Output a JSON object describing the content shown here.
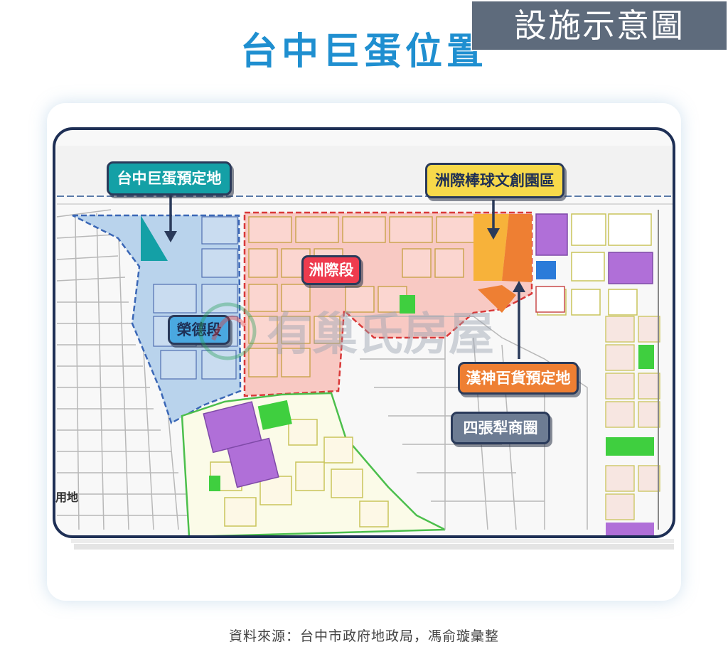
{
  "header": {
    "title": "台中巨蛋位置",
    "badge": "設施示意圖"
  },
  "map": {
    "callouts": {
      "dome_site": "台中巨蛋預定地",
      "baseball_park": "洲際棒球文創園區",
      "zhouji_section": "洲際段",
      "rongde_section": "榮德段",
      "hanshin_site": "漢神百貨預定地",
      "sizhangli": "四張犁商圈"
    },
    "side_label": "用地",
    "watermark_text": "有巢氏房屋",
    "colors": {
      "dome_site": "#14a0a6",
      "baseball_park": "#f7d94a",
      "zhouji_section": "#ee3b4e",
      "rongde_section": "#4aa8e0",
      "hanshin_site": "#ee7f33",
      "sizhangli": "#6d7c93"
    }
  },
  "footer": {
    "source": "資料來源：台中市政府地政局，馮俞璇彙整"
  }
}
